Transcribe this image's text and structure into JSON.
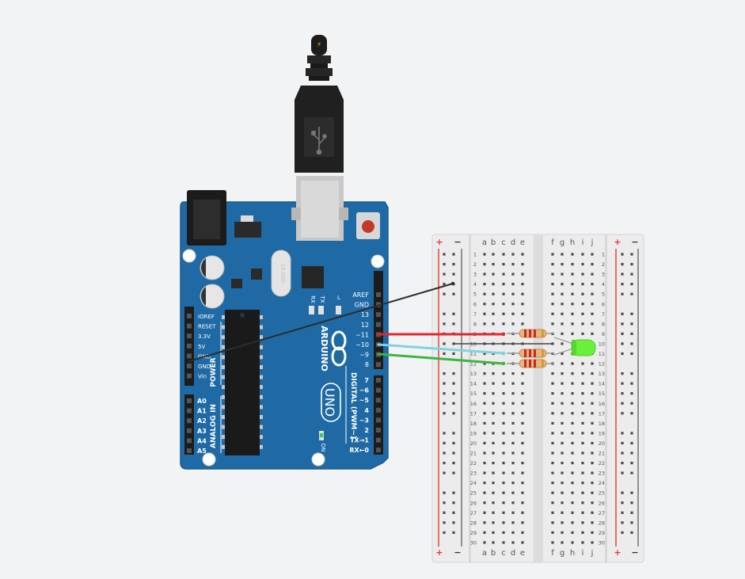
{
  "arduino": {
    "brand": "ARDUINO",
    "model": "UNO",
    "crystal": "16.000",
    "led_tx": "TX",
    "led_rx": "RX",
    "led_l": "L",
    "led_on": "ON",
    "power_label": "POWER",
    "analog_label": "ANALOG IN",
    "digital_label": "DIGITAL (PWM~)",
    "power_pins": [
      "IOREF",
      "RESET",
      "3.3V",
      "5V",
      "GND",
      "GND",
      "Vin"
    ],
    "analog_pins": [
      "A0",
      "A1",
      "A2",
      "A3",
      "A4",
      "A5"
    ],
    "digital_top": [
      "AREF",
      "GND",
      "13",
      "12",
      "~11",
      "~10",
      "~9",
      "8"
    ],
    "digital_bottom": [
      "7",
      "~6",
      "~5",
      "4",
      "~3",
      "2",
      "TX→1",
      "RX←0"
    ]
  },
  "breadboard": {
    "rows": 30,
    "left_cols": [
      "a",
      "b",
      "c",
      "d",
      "e"
    ],
    "right_cols": [
      "f",
      "g",
      "h",
      "i",
      "j"
    ],
    "rail_plus": "+",
    "rail_minus": "−"
  },
  "wires": [
    {
      "name": "gnd-wire",
      "color": "#2d2d2d"
    },
    {
      "name": "pin11-wire",
      "color": "#e4252b"
    },
    {
      "name": "pin10-wire",
      "color": "#7fd3dd"
    },
    {
      "name": "pin9-wire",
      "color": "#3db540"
    }
  ],
  "components": {
    "led_color": "#6aef3a",
    "resistor_body": "#e8b47a",
    "usb_icon": "usb-icon",
    "power_bolt_icon": "lightning-icon"
  }
}
